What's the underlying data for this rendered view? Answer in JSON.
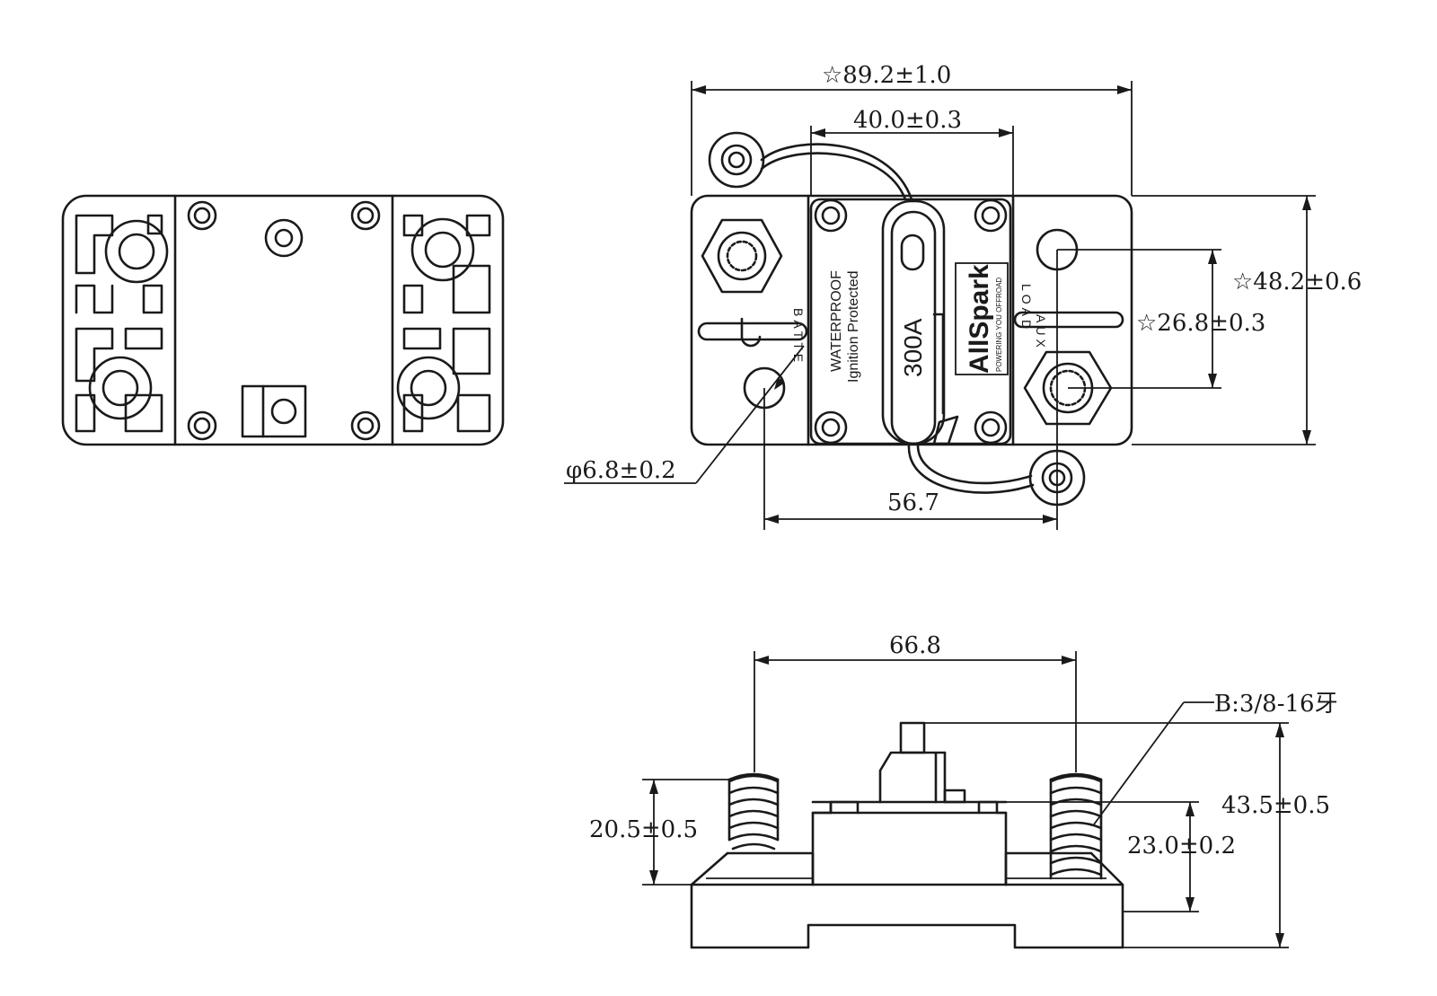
{
  "dimensions": {
    "overall_width": "☆89.2±1.0",
    "mount_spacing": "40.0±0.3",
    "overall_height": "☆48.2±0.6",
    "terminal_offset": "☆26.8±0.3",
    "hole_diameter": "φ6.8±0.2",
    "terminal_spacing": "56.7",
    "side_terminal_spacing": "66.8",
    "thread_spec": "B:3/8-16牙",
    "stud_height": "20.5±0.5",
    "base_height": "23.0±0.2",
    "total_height": "43.5±0.5"
  },
  "labels": {
    "battery_vertical": "BATTE",
    "aux_vertical": "AUX",
    "load_vertical": "LOAD",
    "waterproof": "WATERPROOF",
    "ignition": "Ignition Protected",
    "rating": "300A",
    "brand": "AllSpark",
    "tagline": "POWERING YOU OFFROAD"
  },
  "colors": {
    "line": "#1a1a1a",
    "background": "#ffffff"
  }
}
